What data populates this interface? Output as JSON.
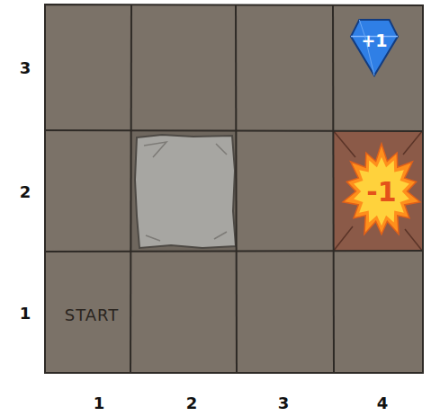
{
  "diagram": {
    "nodes": [
      {
        "text": [
          "+1"
        ]
      },
      {
        "text": [
          "-1"
        ]
      }
    ],
    "labels": [
      "START",
      "3",
      "2",
      "1",
      "1",
      "2",
      "3",
      "4"
    ]
  }
}
